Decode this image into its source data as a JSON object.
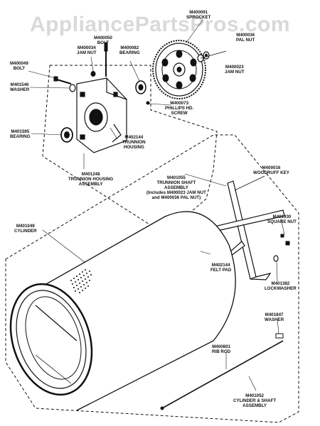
{
  "watermark": "AppliancePartsPros.com",
  "parts": {
    "sprocket": {
      "num": "M400091",
      "name": "SPROCKET"
    },
    "bolt_top": {
      "num": "M400050",
      "name": "BOLT"
    },
    "jam_nut_left": {
      "num": "M400034",
      "name": "JAM NUT"
    },
    "bearing_top": {
      "num": "M400082",
      "name": "BEARING"
    },
    "pal_nut": {
      "num": "M400036",
      "name": "PAL NUT"
    },
    "jam_nut_right": {
      "num": "M400023",
      "name": "JAM NUT"
    },
    "bolt_left": {
      "num": "M400049",
      "name": "BOLT"
    },
    "washer_left": {
      "num": "M401546",
      "name": "WASHER"
    },
    "phillips_screw": {
      "num": "M400073",
      "name": "PHILLIPS HD.",
      "name2": "SCREW"
    },
    "trunnion_housing": {
      "num": "M402144",
      "name": "TRUNNION",
      "name2": "HOUSING"
    },
    "bearing_left": {
      "num": "M401595",
      "name": "BEARING"
    },
    "woodruff_key": {
      "num": "M400016",
      "name": "WOODRUFF KEY"
    },
    "trunnion_assembly": {
      "num": "M401248",
      "name": "TRUNNION HOUSING",
      "name2": "ASSEMBLY"
    },
    "trunnion_shaft": {
      "num": "M401055",
      "name": "TRUNNION SHAFT",
      "name2": "ASSEMBLY",
      "note": "(Includes M400023 JAM NUT",
      "note2": "and M400036 PAL NUT)"
    },
    "cylinder": {
      "num": "M401049",
      "name": "CYLINDER"
    },
    "square_nut": {
      "num": "M401930",
      "name": "SQUARE NUT"
    },
    "felt_pad": {
      "num": "M402144",
      "name": "FELT PAD"
    },
    "lockwasher": {
      "num": "M401382",
      "name": "LOCKWASHER"
    },
    "washer_right": {
      "num": "M401847",
      "name": "WASHER"
    },
    "rib_rod": {
      "num": "M400801",
      "name": "RIB ROD"
    },
    "cylinder_shaft": {
      "num": "M401052",
      "name": "CYLINDER & SHAFT",
      "name2": "ASSEMBLY"
    }
  }
}
